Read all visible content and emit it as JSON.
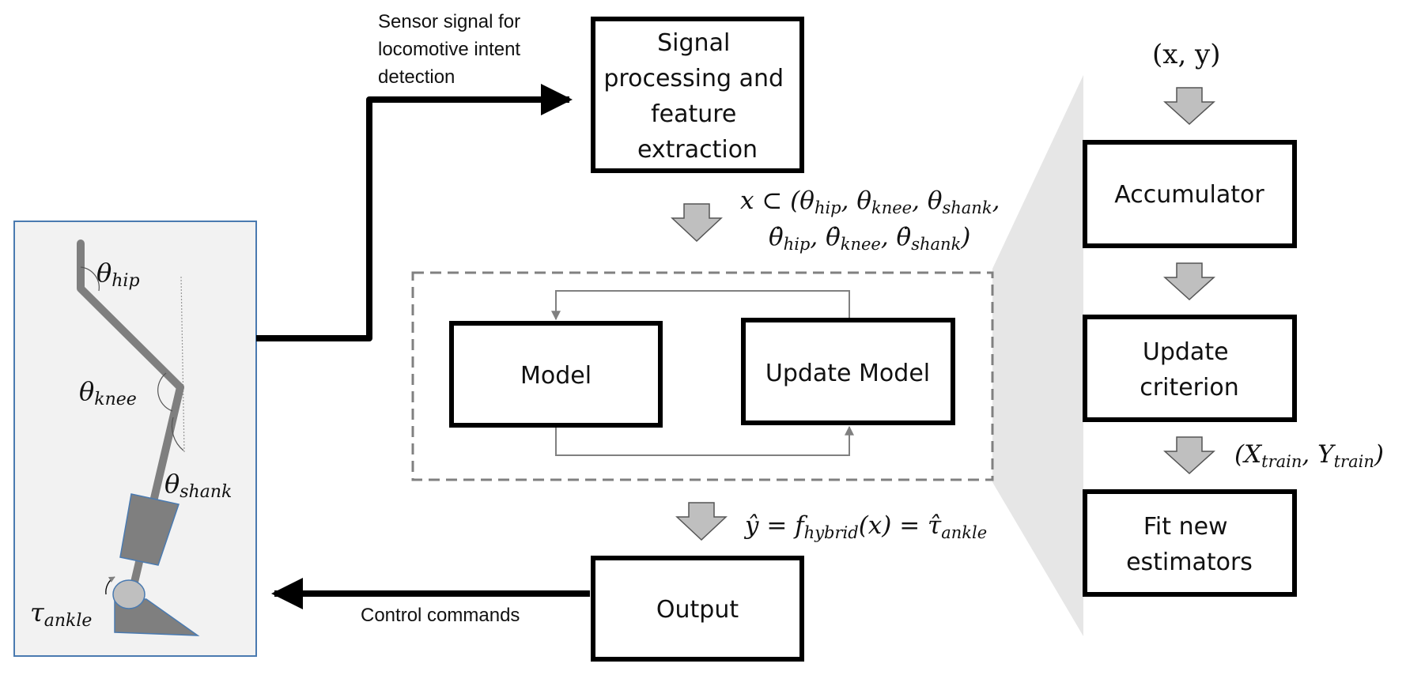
{
  "blocks": {
    "signal_processing": [
      "Signal",
      "processing and",
      "feature",
      "extraction"
    ],
    "model": "Model",
    "update_model": "Update Model",
    "output": "Output",
    "accumulator": "Accumulator",
    "update_criterion": [
      "Update",
      "criterion"
    ],
    "fit_estimators": [
      "Fit new",
      "estimators"
    ]
  },
  "labels": {
    "sensor_signal": [
      "Sensor signal for",
      "locomotive intent",
      "detection"
    ],
    "control_commands": "Control commands"
  },
  "math": {
    "xy": "(x, y)",
    "x_subset_line1": {
      "lead": "x ⊂ (",
      "a": "θ",
      "a_sub": "hip",
      "b": ", θ",
      "b_sub": "knee",
      "c": ", θ",
      "c_sub": "shank",
      "tail": ","
    },
    "x_subset_line2": {
      "a": "θ̇",
      "a_sub": "hip",
      "b": ", θ̇",
      "b_sub": "knee",
      "c": ", θ̇",
      "c_sub": "shank",
      "tail": ")"
    },
    "yhat": {
      "lead": "ŷ = f",
      "f_sub": "hybrid",
      "mid": "(x) = τ̂",
      "t_sub": "ankle"
    },
    "train": {
      "lead": "(X",
      "x_sub": "train",
      "mid": ", Y",
      "y_sub": "train",
      "tail": ")"
    }
  },
  "leg_labels": {
    "hip": {
      "sym": "θ",
      "sub": "hip"
    },
    "knee": {
      "sym": "θ",
      "sub": "knee"
    },
    "shank": {
      "sym": "θ",
      "sub": "shank"
    },
    "ankle": {
      "sym": "τ",
      "sub": "ankle"
    }
  },
  "colors": {
    "box_border": "#000000",
    "panel_bg": "#f2f2f2",
    "panel_border": "#4a7ab0",
    "leg_gray": "#7f7f7f",
    "arrow_gray_fill": "#bfbfbf",
    "dashed_border": "#808080",
    "funnel": "#e6e6e6"
  }
}
